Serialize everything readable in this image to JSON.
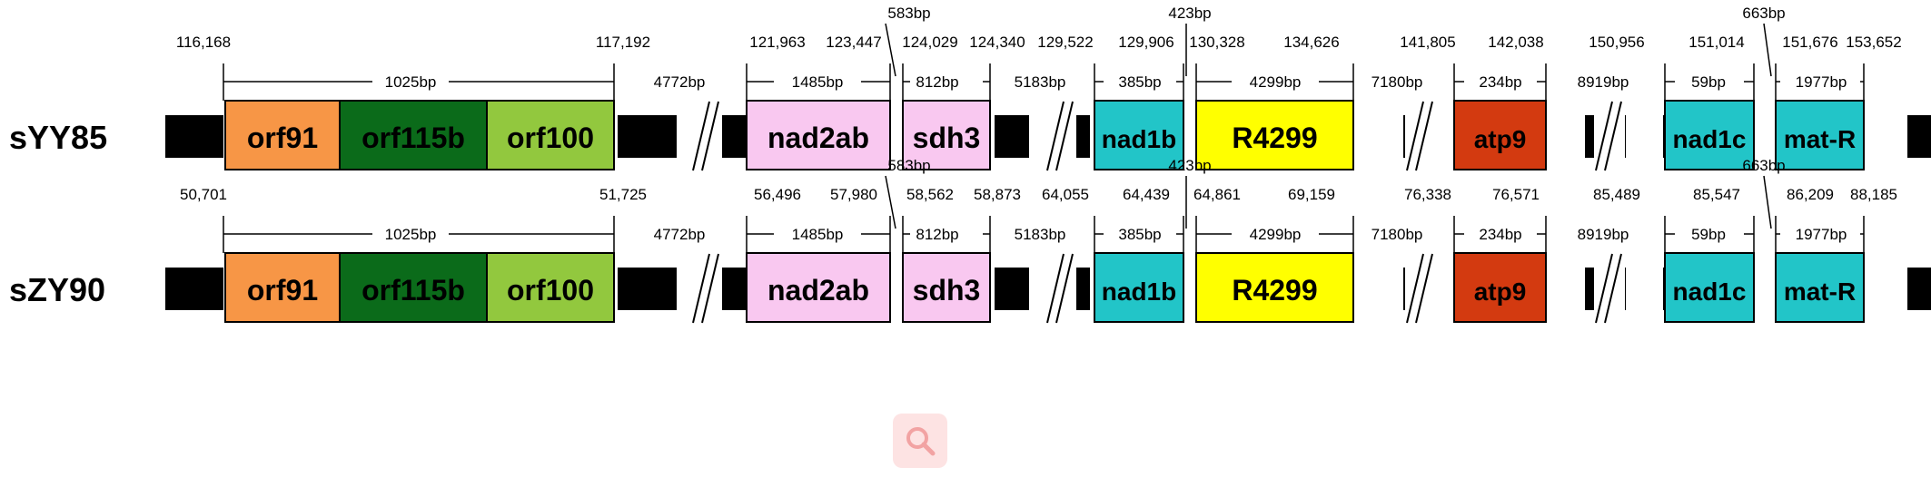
{
  "tracks": [
    {
      "label": "sYY85",
      "coords": [
        "116,168",
        "117,192",
        "121,963",
        "123,447",
        "124,029",
        "124,340",
        "129,522",
        "129,906",
        "130,328",
        "134,626",
        "141,805",
        "142,038",
        "150,956",
        "151,014",
        "151,676",
        "153,652"
      ],
      "top_labels": [
        "583bp",
        "423bp",
        "663bp"
      ]
    },
    {
      "label": "sZY90",
      "coords": [
        "50,701",
        "51,725",
        "56,496",
        "57,980",
        "58,562",
        "58,873",
        "64,055",
        "64,439",
        "64,861",
        "69,159",
        "76,338",
        "76,571",
        "85,489",
        "85,547",
        "86,209",
        "88,185"
      ],
      "top_labels": [
        "583bp",
        "423bp",
        "663bp"
      ]
    }
  ],
  "spans": [
    "1025bp",
    "4772bp",
    "1485bp",
    "812bp",
    "5183bp",
    "385bp",
    "4299bp",
    "7180bp",
    "234bp",
    "8919bp",
    "59bp",
    "1977bp"
  ],
  "genes": [
    {
      "name": "orf91",
      "color": "#f79646"
    },
    {
      "name": "orf115b",
      "color": "#0b6b1a"
    },
    {
      "name": "orf100",
      "color": "#92c83e"
    },
    {
      "name": "nad2ab",
      "color": "#f9c8f0"
    },
    {
      "name": "sdh3",
      "color": "#f9c8f0"
    },
    {
      "name": "nad1b",
      "color": "#22c5c8"
    },
    {
      "name": "R4299",
      "color": "#ffff00"
    },
    {
      "name": "atp9",
      "color": "#d33a10"
    },
    {
      "name": "nad1c",
      "color": "#22c5c8"
    },
    {
      "name": "mat-R",
      "color": "#22c5c8"
    }
  ],
  "colors": {
    "spacer": "#000000",
    "search_bg": "#fde3e3",
    "search_icon": "#f2a3a3"
  },
  "icons": {
    "search": "search-icon"
  }
}
